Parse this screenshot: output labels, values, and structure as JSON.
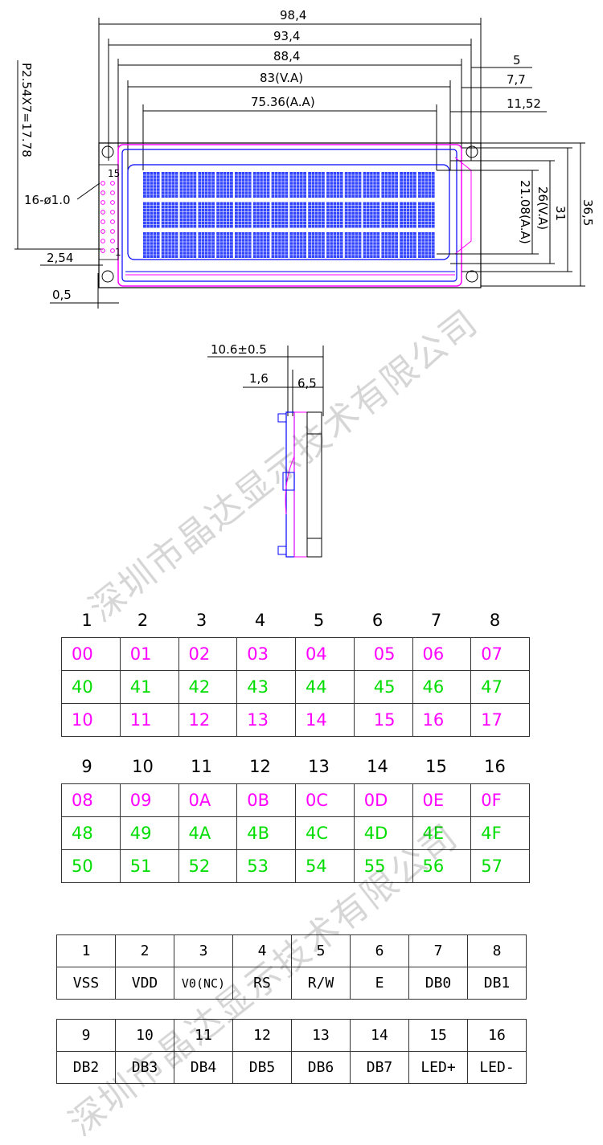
{
  "colors": {
    "magenta": "#ff00ff",
    "green": "#00dd00",
    "blue": "#0000ff",
    "line": "#000000"
  },
  "top_view": {
    "dims_horizontal": [
      "98,4",
      "93,4",
      "88,4",
      "83(V.A)",
      "75.36(A.A)"
    ],
    "dims_right_small": [
      "5",
      "7,7",
      "11,52"
    ],
    "dims_vertical": [
      "21.08(A.A)",
      "26(V.A)",
      "31",
      "36,5"
    ],
    "pitch_label": "P2.54X7=17.78",
    "hole_label": "16-ø1.0",
    "pin_pitch": "2,54",
    "edge_offset": "0,5",
    "pin_first": "1",
    "pin_last": "15"
  },
  "side_view": {
    "dims": [
      "10.6±0.5",
      "1,6",
      "6,5"
    ]
  },
  "address_table": {
    "rows_a_headers": [
      "1",
      "2",
      "3",
      "4",
      "5",
      "6",
      "7",
      "8"
    ],
    "rows_a": [
      [
        "00",
        "01",
        "02",
        "03",
        "04",
        "05",
        "06",
        "07"
      ],
      [
        "40",
        "41",
        "42",
        "43",
        "44",
        "45",
        "46",
        "47"
      ],
      [
        "10",
        "11",
        "12",
        "13",
        "14",
        "15",
        "16",
        "17"
      ]
    ],
    "rows_b_headers": [
      "9",
      "10",
      "11",
      "12",
      "13",
      "14",
      "15",
      "16"
    ],
    "rows_b": [
      [
        "08",
        "09",
        "0A",
        "0B",
        "0C",
        "0D",
        "0E",
        "0F"
      ],
      [
        "48",
        "49",
        "4A",
        "4B",
        "4C",
        "4D",
        "4E",
        "4F"
      ],
      [
        "50",
        "51",
        "52",
        "53",
        "54",
        "55",
        "56",
        "57"
      ]
    ],
    "row_colors": [
      "magenta",
      "green",
      "green"
    ]
  },
  "pin_table": {
    "top_numbers": [
      "1",
      "2",
      "3",
      "4",
      "5",
      "6",
      "7",
      "8"
    ],
    "top_names": [
      "VSS",
      "VDD",
      "V0(NC)",
      "RS",
      "R/W",
      "E",
      "DB0",
      "DB1"
    ],
    "bottom_numbers": [
      "9",
      "10",
      "11",
      "12",
      "13",
      "14",
      "15",
      "16"
    ],
    "bottom_names": [
      "DB2",
      "DB3",
      "DB4",
      "DB5",
      "DB6",
      "DB7",
      "LED+",
      "LED-"
    ]
  },
  "watermark": "深圳市晶达显示技术有限公司"
}
